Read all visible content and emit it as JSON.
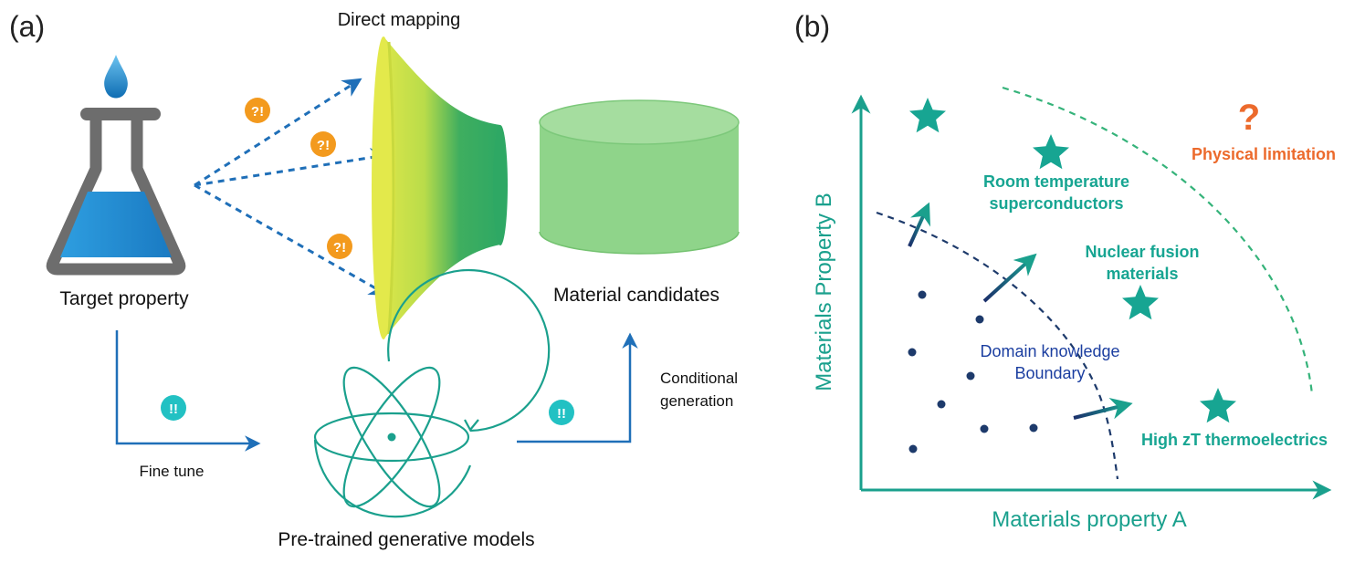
{
  "panel_a": {
    "label": "(a)",
    "direct_mapping": "Direct mapping",
    "target_property": "Target property",
    "material_candidates": "Material candidates",
    "fine_tune": "Fine tune",
    "conditional_line1": "Conditional",
    "conditional_line2": "generation",
    "pretrained": "Pre-trained generative models",
    "question_badge": "?!",
    "ok_badge": "!!",
    "colors": {
      "arrow_blue": "#1f6fb8",
      "badge_orange": "#f39a1e",
      "badge_teal": "#22c1c3",
      "flask_gray": "#6d6d6d",
      "flask_liquid": "#2a8fd6",
      "cylinder_green": "#8fd48a",
      "atom_teal": "#1aa08d"
    }
  },
  "panel_b": {
    "label": "(b)",
    "x_axis_label": "Materials property A",
    "y_axis_label": "Materials Property B",
    "question_mark": "?",
    "physical_limitation": "Physical limitation",
    "room_temp_line1": "Room temperature",
    "room_temp_line2": "superconductors",
    "fusion_line1": "Nuclear fusion",
    "fusion_line2": "materials",
    "domain_line1": "Domain knowledge",
    "domain_line2": "Boundary",
    "thermo": "High zT thermoelectrics",
    "colors": {
      "axis_teal": "#1aa08d",
      "star_teal": "#17a592",
      "dot_navy": "#1d3a6b",
      "limit_orange": "#ec6a2c",
      "domain_blue": "#1b3ea0",
      "limit_dash_green": "#35b37a"
    }
  }
}
